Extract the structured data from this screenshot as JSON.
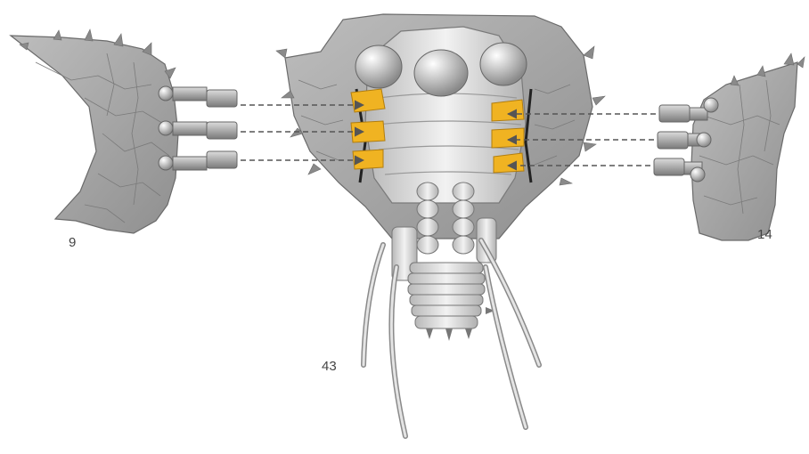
{
  "labels": {
    "left_part": "9",
    "right_part": "14",
    "appendage": "43"
  },
  "colors": {
    "plate": "#a9a9a9",
    "plate_dark": "#7e7e7e",
    "body": "#cfcfcf",
    "body_light": "#ececec",
    "joint": "#f0b322",
    "arrow": "#666666",
    "label": "#444444"
  },
  "icons": {
    "attachment": "peg-connector",
    "direction": "dashed-arrow"
  }
}
